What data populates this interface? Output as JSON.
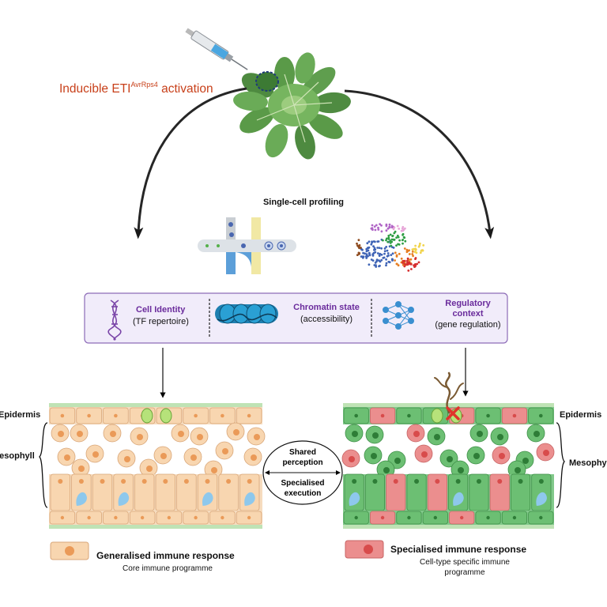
{
  "title": {
    "prefix": "Inducible ETI",
    "superscript": "AvrRps4",
    "suffix": " activation"
  },
  "profiling_label": "Single-cell profiling",
  "features": [
    {
      "title": "Cell Identity",
      "subtitle": "(TF repertoire)"
    },
    {
      "title": "Chromatin state",
      "subtitle": "(accessibility)"
    },
    {
      "title_line1": "Regulatory",
      "title_line2": "context",
      "subtitle": "(gene regulation)"
    }
  ],
  "tissue_labels": {
    "epidermis": "Epidermis",
    "mesophyll": "Mesophyll"
  },
  "center_oval": {
    "line1": "Shared",
    "line2": "perception",
    "line3": "Specialised",
    "line4": "execution"
  },
  "legend_left": {
    "title": "Generalised immune response",
    "subtitle": "Core immune programme"
  },
  "legend_right": {
    "title": "Specialised immune response",
    "subtitle_line1": "Cell-type specific immune",
    "subtitle_line2": "programme"
  },
  "colors": {
    "title_orange": "#c8401a",
    "feature_purple": "#6a2b9c",
    "box_fill": "#f1ecfa",
    "box_border": "#8d6bb8",
    "generalised_cell": "#f8d6b0",
    "generalised_nucleus": "#ea9a58",
    "specialised_green": "#6cbf73",
    "specialised_red": "#eb8e8e",
    "leaf_epidermis_band": "#bfe3b5",
    "vacuole_blue": "#8ec8ec"
  }
}
